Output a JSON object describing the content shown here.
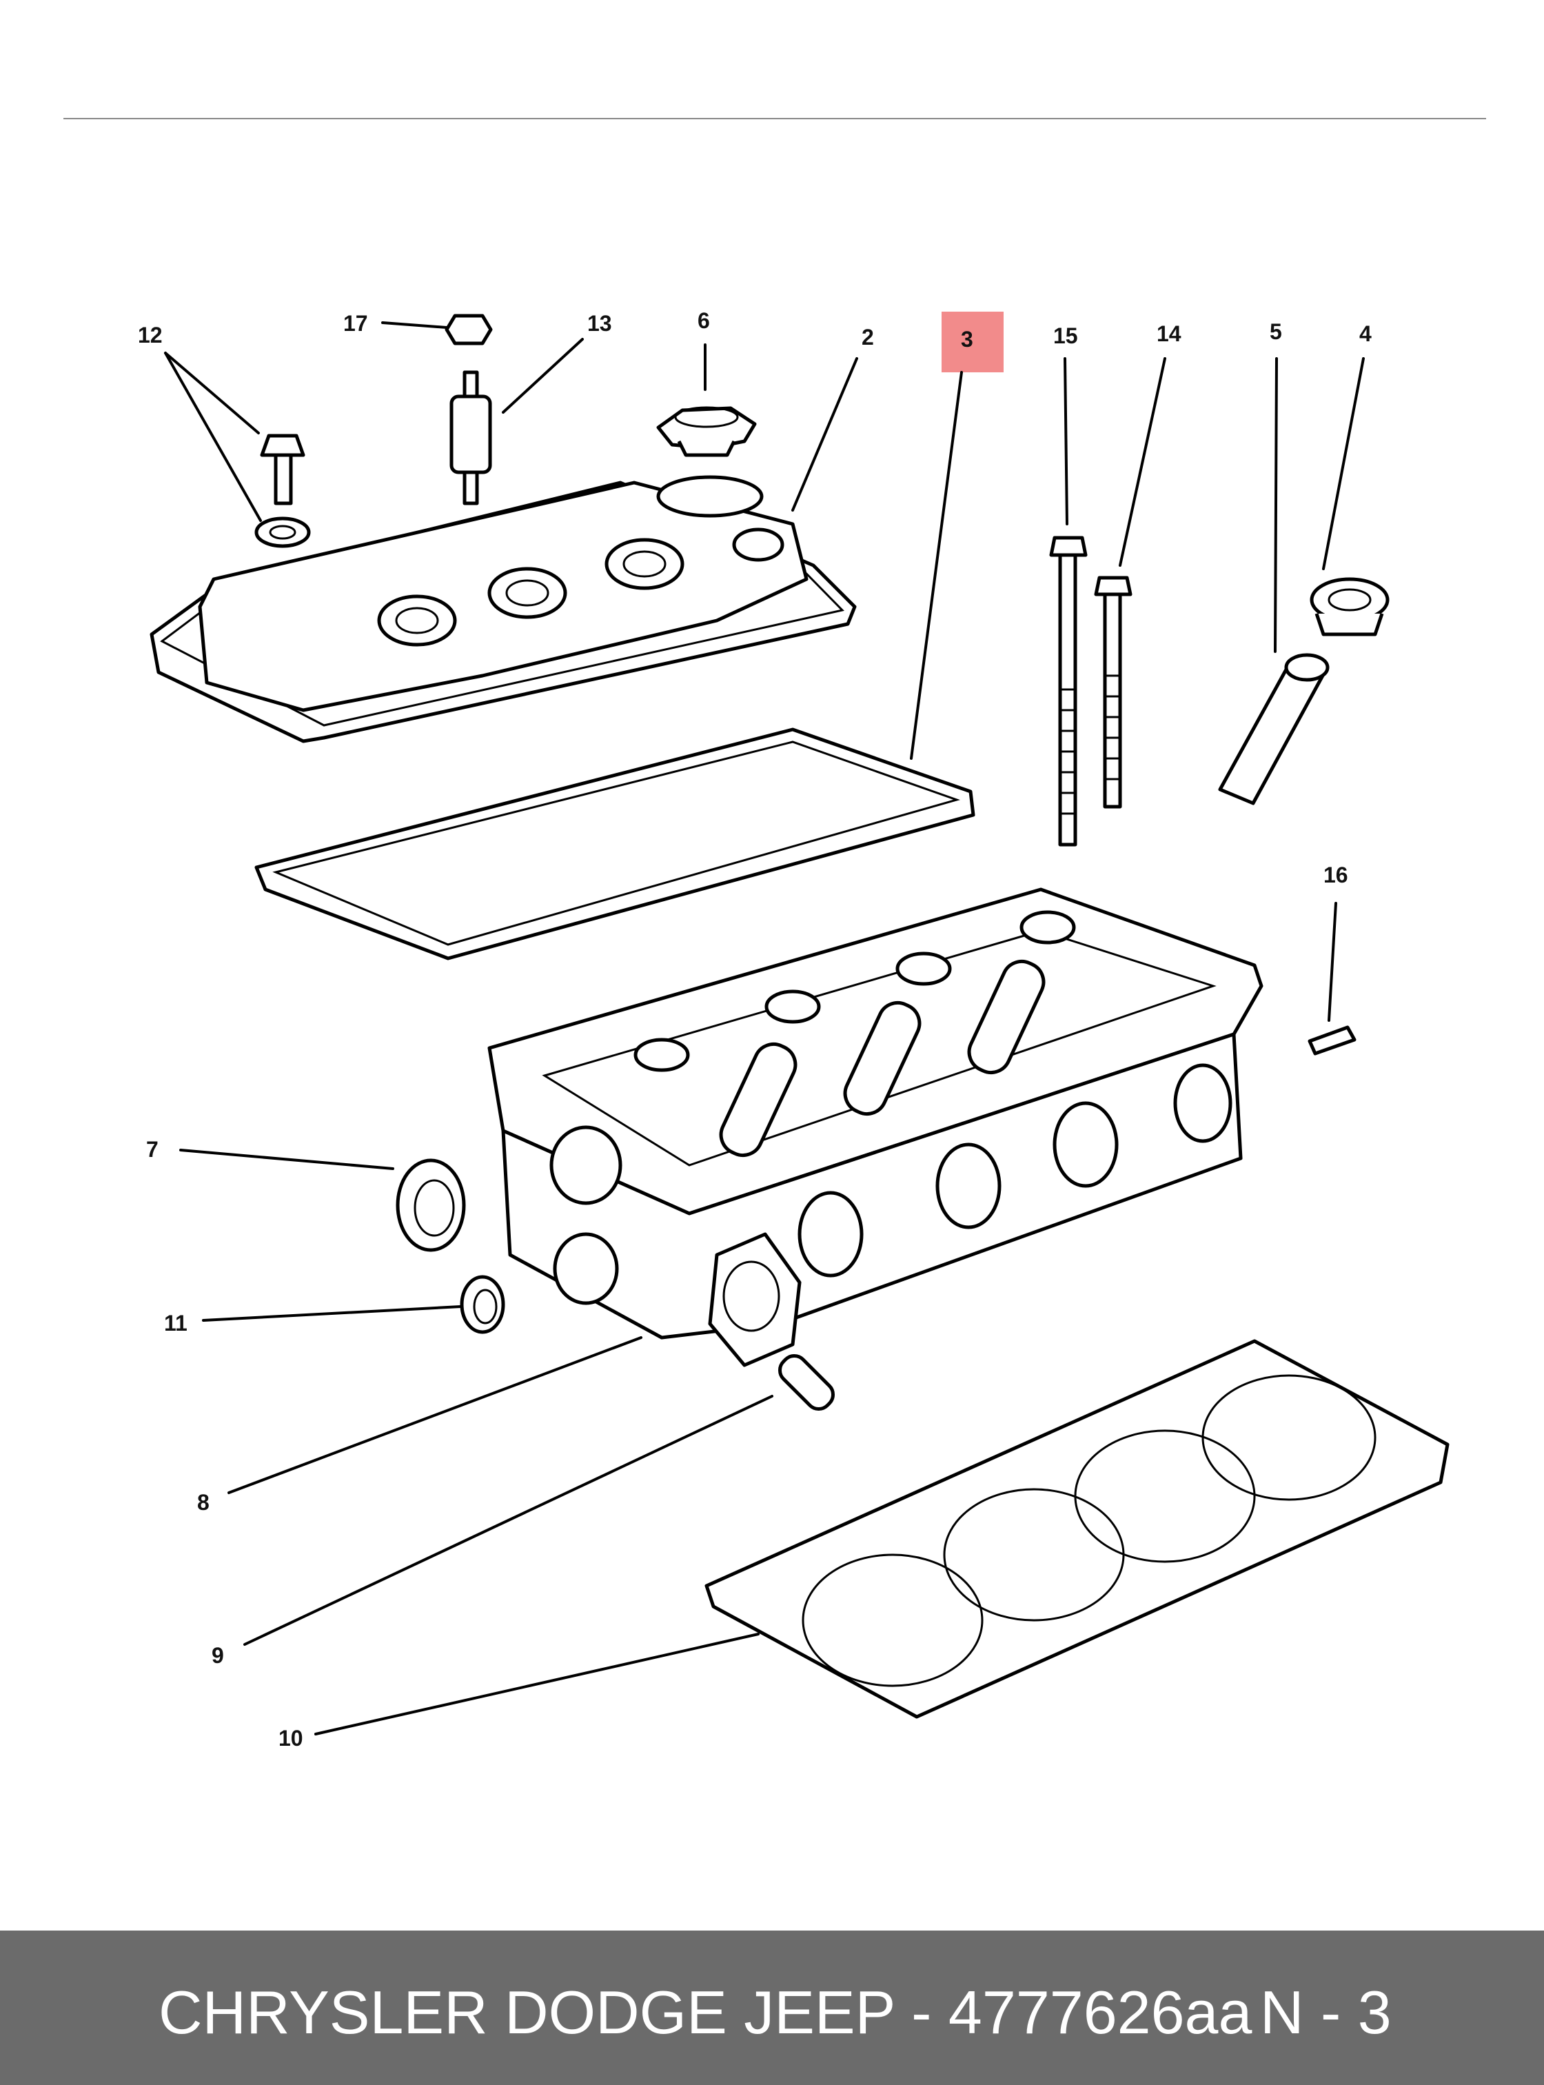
{
  "diagram": {
    "callouts": [
      "12",
      "17",
      "13",
      "6",
      "2",
      "3",
      "15",
      "14",
      "5",
      "4",
      "16",
      "7",
      "11",
      "8",
      "9",
      "10"
    ],
    "highlighted_callout": "3",
    "highlight_color": "#f28b8b"
  },
  "footer": {
    "title": "CHRYSLER DODGE JEEP - 4777626aa",
    "page": "N - 3",
    "background": "#6b6b6b"
  }
}
